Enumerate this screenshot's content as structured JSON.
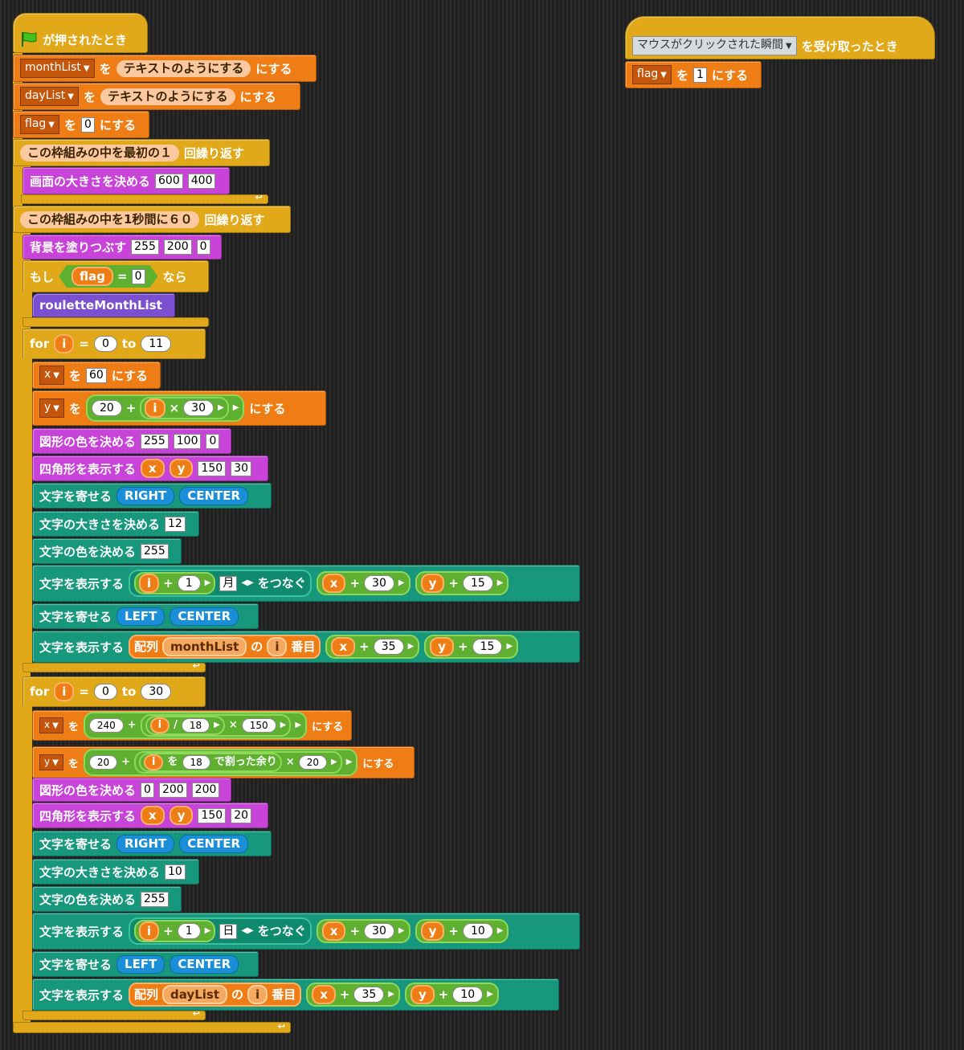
{
  "script_main": {
    "hat": {
      "label": "が押されたとき"
    },
    "set_month": {
      "var": "monthList",
      "wo": "を",
      "value": "テキストのようにする",
      "suffix": "にする"
    },
    "set_day": {
      "var": "dayList",
      "wo": "を",
      "value": "テキストのようにする",
      "suffix": "にする"
    },
    "set_flag": {
      "var": "flag",
      "wo": "を",
      "value": "0",
      "suffix": "にする"
    },
    "repeat_once": {
      "label": "この枠組みの中を最初の１",
      "suffix": "回繰り返す"
    },
    "size": {
      "label": "画面の大きさを決める",
      "w": "600",
      "h": "400"
    },
    "repeat_loop": {
      "label": "この枠組みの中を1秒間に６０",
      "suffix": "回繰り返す"
    },
    "background": {
      "label": "背景を塗りつぶす",
      "r": "255",
      "g": "200",
      "b": "0"
    },
    "if": {
      "prefix": "もし",
      "var": "flag",
      "eq": "=",
      "value": "0",
      "suffix": "なら"
    },
    "roulette": {
      "label": "rouletteMonthList"
    },
    "for1": {
      "for": "for",
      "var": "i",
      "eq": "=",
      "from": "0",
      "to": "to",
      "end": "11",
      "set_x": {
        "var": "x",
        "wo": "を",
        "value": "60",
        "suffix": "にする"
      },
      "set_y": {
        "var": "y",
        "wo": "を",
        "a": "20",
        "plus": "+",
        "i": "i",
        "times": "×",
        "b": "30",
        "suffix": "にする"
      },
      "fill": {
        "label": "図形の色を決める",
        "r": "255",
        "g": "100",
        "b": "0"
      },
      "rect": {
        "label": "四角形を表示する",
        "x": "x",
        "y": "y",
        "w": "150",
        "h": "30"
      },
      "align1": {
        "label": "文字を寄せる",
        "h": "RIGHT",
        "v": "CENTER"
      },
      "textsize": {
        "label": "文字の大きさを決める",
        "value": "12"
      },
      "textcolor": {
        "label": "文字の色を決める",
        "value": "255"
      },
      "text1": {
        "label": "文字を表示する",
        "i": "i",
        "plus": "+",
        "one": "1",
        "unit": "月",
        "join": "をつなぐ",
        "x": "x",
        "xo": "30",
        "y": "y",
        "yo": "15"
      },
      "align2": {
        "label": "文字を寄せる",
        "h": "LEFT",
        "v": "CENTER"
      },
      "text2": {
        "label": "文字を表示する",
        "arr": "配列",
        "list": "monthList",
        "no": "の",
        "i": "i",
        "ban": "番目",
        "x": "x",
        "xo": "35",
        "y": "y",
        "yo": "15"
      }
    },
    "for2": {
      "for": "for",
      "var": "i",
      "eq": "=",
      "from": "0",
      "to": "to",
      "end": "30",
      "set_x": {
        "var": "x",
        "wo": "を",
        "a": "240",
        "plus": "+",
        "i": "i",
        "div": "/",
        "d": "18",
        "times": "×",
        "b": "150",
        "suffix": "にする"
      },
      "set_y": {
        "var": "y",
        "wo": "を",
        "a": "20",
        "plus": "+",
        "i": "i",
        "mod_wo": "を",
        "d": "18",
        "mod": "で割った余り",
        "times": "×",
        "b": "20",
        "suffix": "にする"
      },
      "fill": {
        "label": "図形の色を決める",
        "r": "0",
        "g": "200",
        "b": "200"
      },
      "rect": {
        "label": "四角形を表示する",
        "x": "x",
        "y": "y",
        "w": "150",
        "h": "20"
      },
      "align1": {
        "label": "文字を寄せる",
        "h": "RIGHT",
        "v": "CENTER"
      },
      "textsize": {
        "label": "文字の大きさを決める",
        "value": "10"
      },
      "textcolor": {
        "label": "文字の色を決める",
        "value": "255"
      },
      "text1": {
        "label": "文字を表示する",
        "i": "i",
        "plus": "+",
        "one": "1",
        "unit": "日",
        "join": "をつなぐ",
        "x": "x",
        "xo": "30",
        "y": "y",
        "yo": "10"
      },
      "align2": {
        "label": "文字を寄せる",
        "h": "LEFT",
        "v": "CENTER"
      },
      "text2": {
        "label": "文字を表示する",
        "arr": "配列",
        "list": "dayList",
        "no": "の",
        "i": "i",
        "ban": "番目",
        "x": "x",
        "xo": "35",
        "y": "y",
        "yo": "10"
      }
    }
  },
  "script_click": {
    "hat": {
      "event": "マウスがクリックされた瞬間",
      "suffix": "を受け取ったとき"
    },
    "set_flag": {
      "var": "flag",
      "wo": "を",
      "value": "1",
      "suffix": "にする"
    }
  },
  "colors": {
    "control": "#e1a91a",
    "variables": "#ee7d16",
    "pen": "#c844d8",
    "text": "#17987c",
    "operators": "#5fb030",
    "custom": "#7a4fd0"
  }
}
